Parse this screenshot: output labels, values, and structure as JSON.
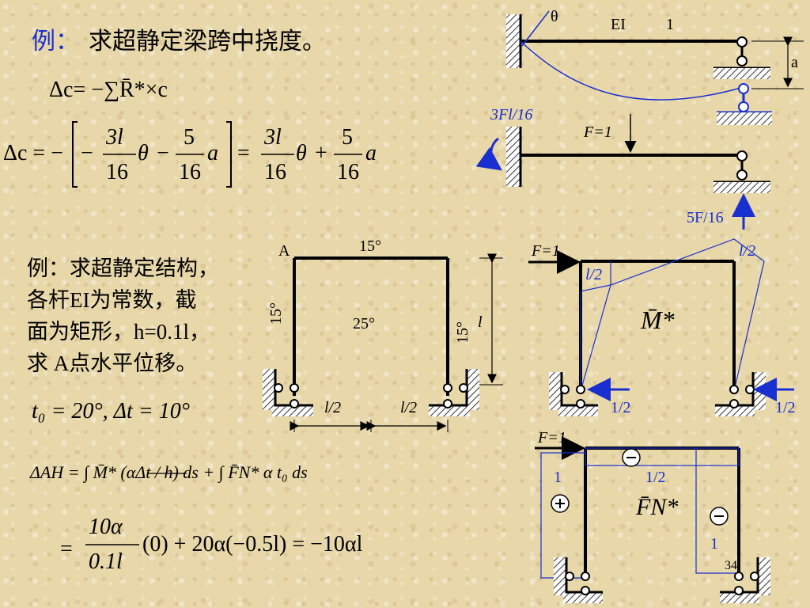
{
  "problem1": {
    "label": "例：",
    "title": "求超静定梁跨中挠度。",
    "eq1": "Δc=  −∑R̄*×c",
    "eq2_lhs": "Δc = −",
    "eq2_mid": "=",
    "f1_num": "3l",
    "f1_den": "16",
    "theta": "θ",
    "f2_num": "5",
    "f2_den": "16",
    "a": "a",
    "minus": "−",
    "plus": "+"
  },
  "beam": {
    "theta": "θ",
    "ei": "EI",
    "one": "1",
    "a": "a",
    "moment": "3Fl/16",
    "force": "F=1",
    "reaction": "5F/16"
  },
  "problem2": {
    "text_lines": [
      "例：求超静定结构，",
      "各杆EI为常数，截",
      "面为矩形，h=0.1l，",
      "求 A点水平位移。"
    ],
    "t0": "t₀ = 20°, Δt = 10°",
    "delta_lhs": "ΔAH = ∫ M̄* (αΔt / h) ds + ∫ F̄N* α t₀ ds",
    "result": "= (10α / 0.1l)(0) + 20α(−0.5l) = −10αl",
    "r_num": "10α",
    "r_den": "0.1l",
    "r_rest": "(0) + 20α(−0.5l) = −10αl"
  },
  "frame": {
    "A": "A",
    "top": "15°",
    "left": "15°",
    "right": "15°",
    "inside": "25°",
    "l": "l",
    "half_left": "l/2",
    "half_right": "l/2"
  },
  "m_diagram": {
    "force": "F=1",
    "l2_top": "l/2",
    "l2_left": "l/2",
    "label": "M̄*",
    "reaction_left": "1/2",
    "reaction_right": "1/2"
  },
  "n_diagram": {
    "force": "F=1",
    "left_val": "1",
    "top_val": "1/2",
    "right_val": "1",
    "label": "F̄N*",
    "minus_sign": "−",
    "plus_sign": "+"
  },
  "page_number": "34"
}
